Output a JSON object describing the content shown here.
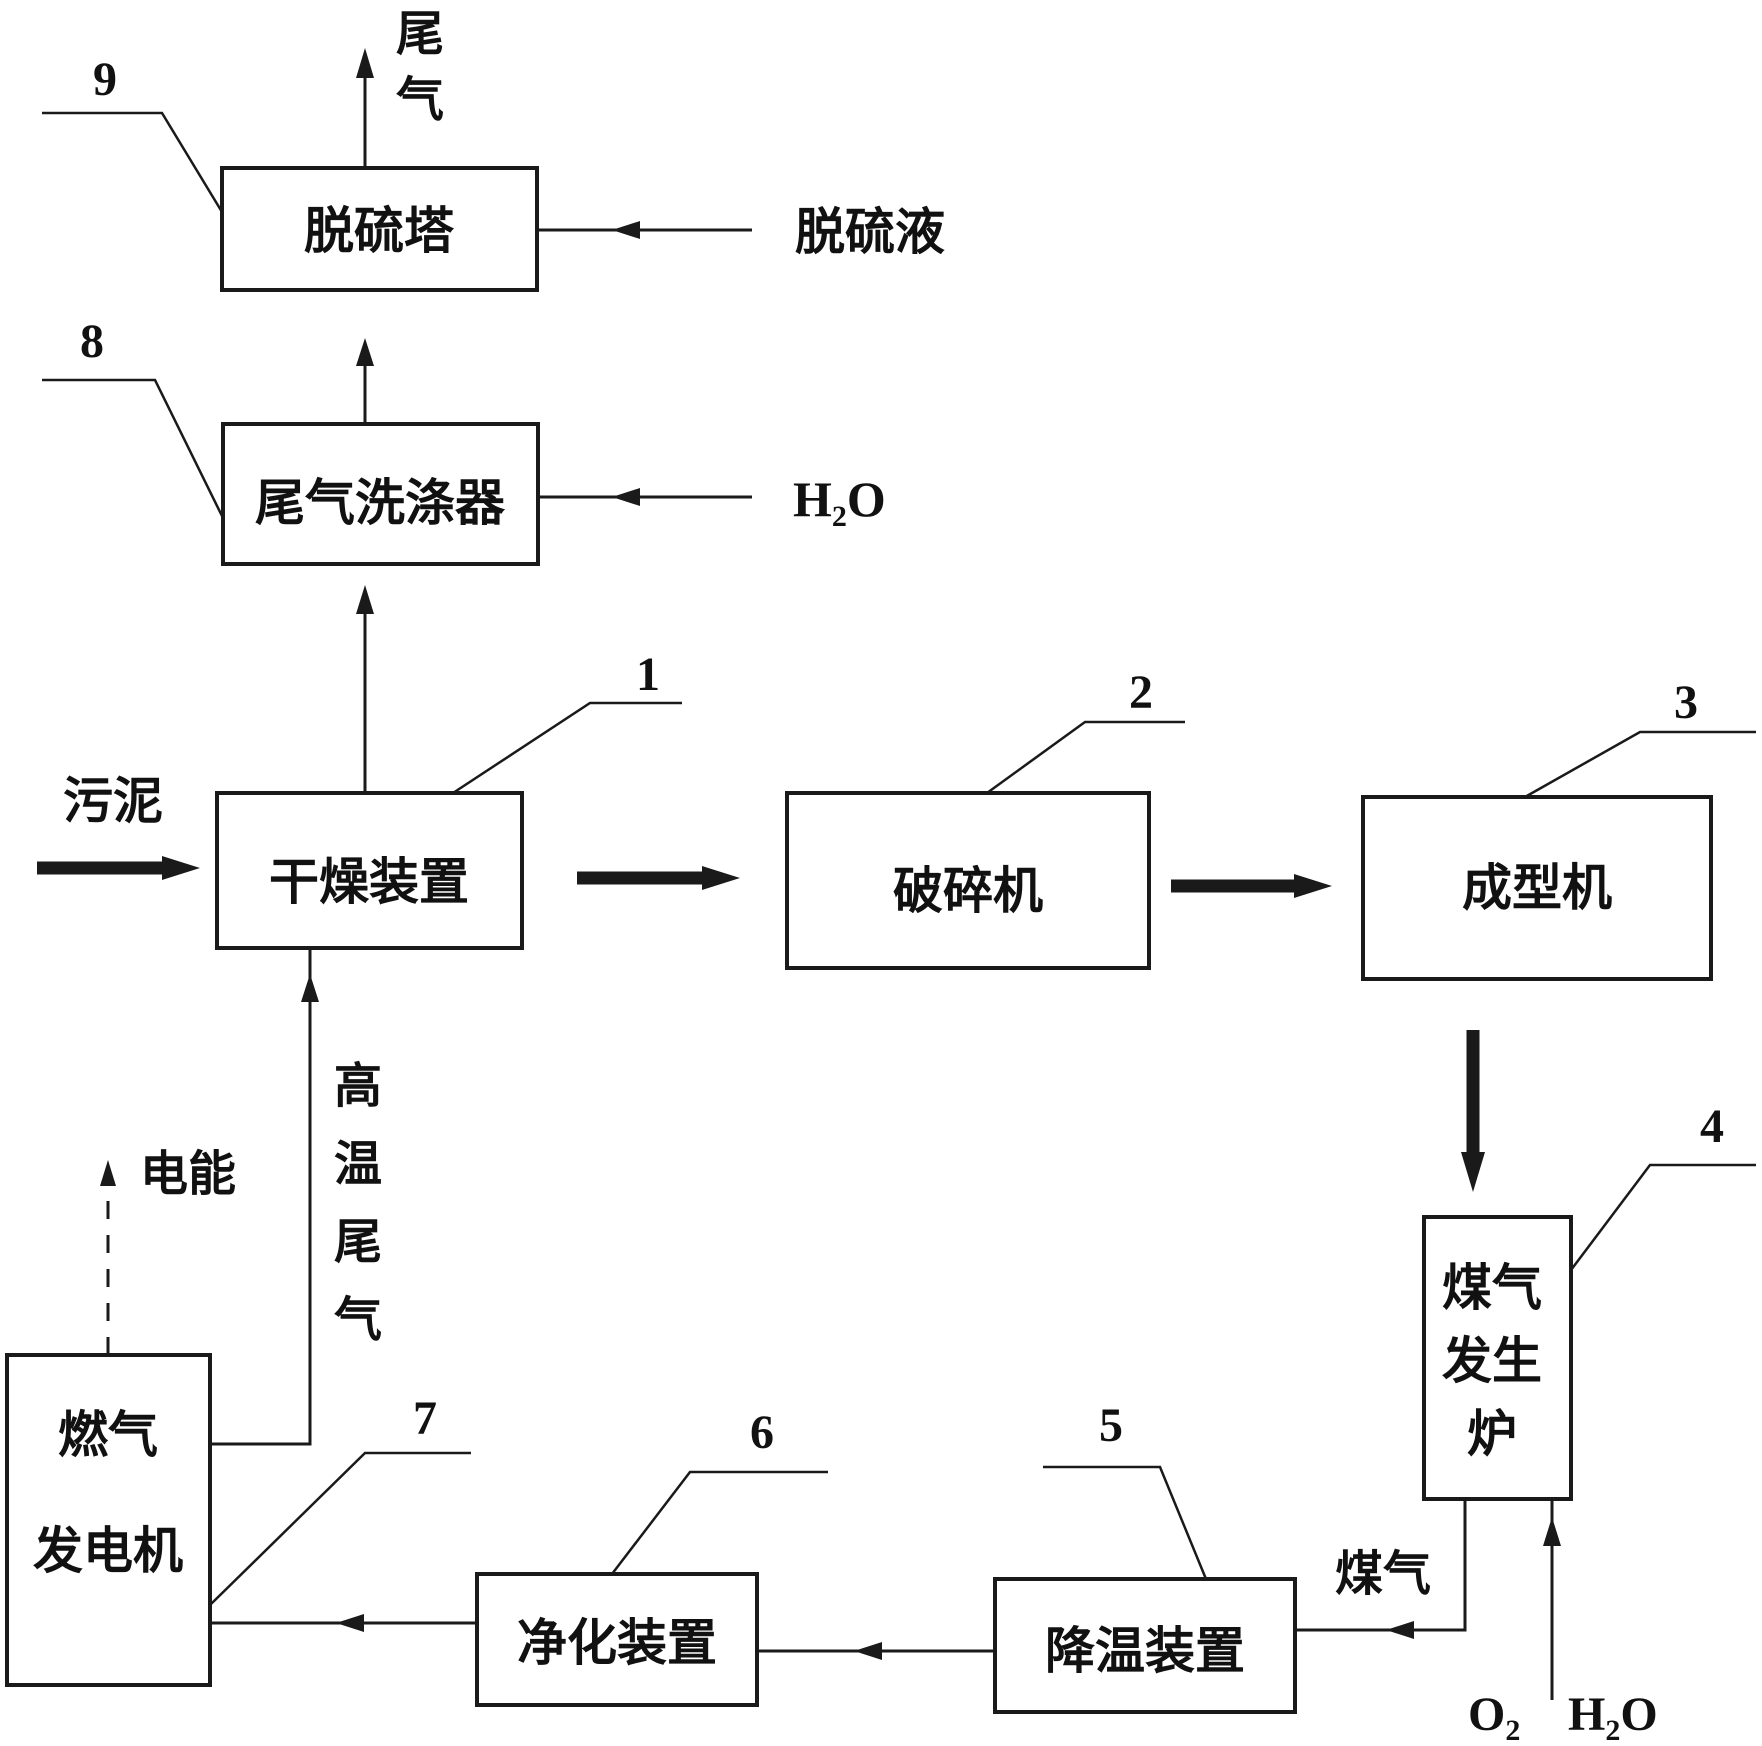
{
  "boxes": {
    "dryer": "干燥装置",
    "crusher": "破碎机",
    "former": "成型机",
    "gasifier_line1": "煤气",
    "gasifier_line2": "发生",
    "gasifier_line3": "炉",
    "cooler": "降温装置",
    "purifier": "净化装置",
    "generator_line1": "燃气",
    "generator_line2": "发电机",
    "scrubber": "尾气洗涤器",
    "desulfurizer": "脱硫塔"
  },
  "numbers": {
    "dryer": "1",
    "crusher": "2",
    "former": "3",
    "gasifier": "4",
    "cooler": "5",
    "purifier": "6",
    "generator": "7",
    "scrubber": "8",
    "desulfurizer": "9"
  },
  "labels": {
    "sludge": "污泥",
    "tail_gas_top_1": "尾",
    "tail_gas_top_2": "气",
    "desulfurization_liquid": "脱硫液",
    "water_h": "H",
    "water_sub": "2",
    "water_o": "O",
    "hot_tail_gas_1": "高",
    "hot_tail_gas_2": "温",
    "hot_tail_gas_3": "尾",
    "hot_tail_gas_4": "气",
    "electric_energy": "电能",
    "coal_gas": "煤气",
    "oxygen_o": "O",
    "oxygen_sub": "2"
  }
}
